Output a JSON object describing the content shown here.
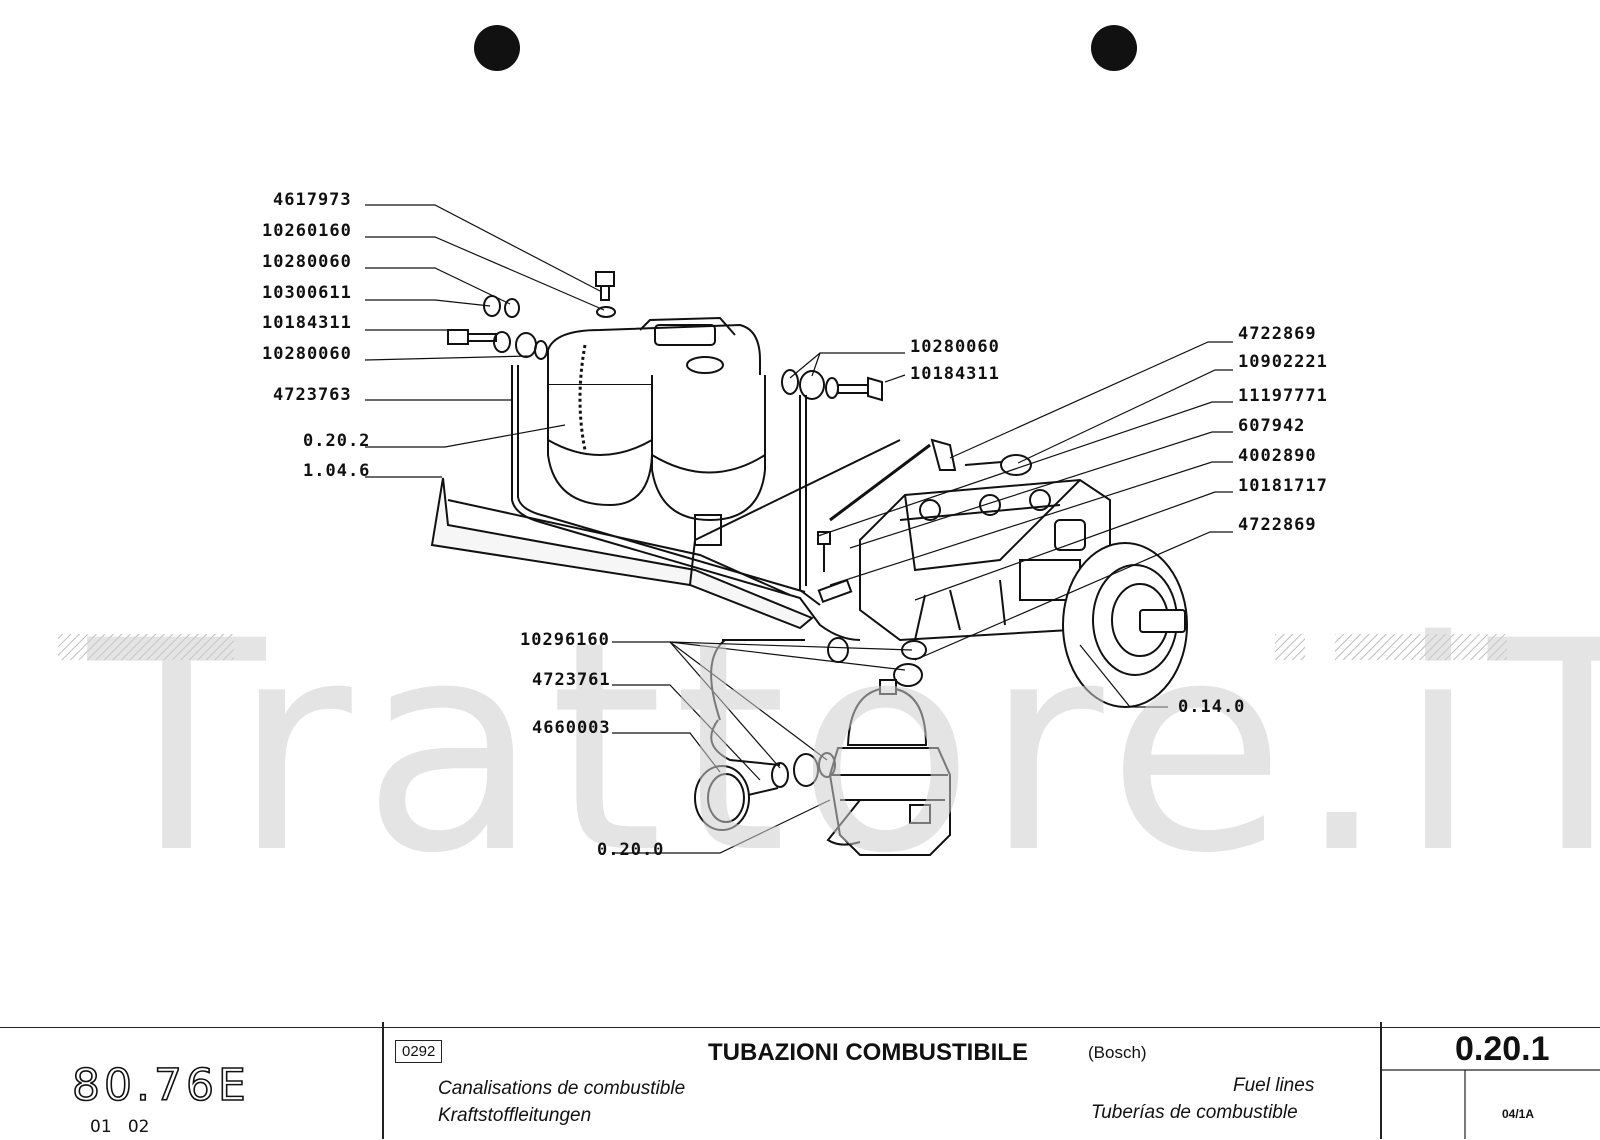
{
  "callouts": [
    {
      "id": "l1",
      "text": "4617973"
    },
    {
      "id": "l2",
      "text": "10260160"
    },
    {
      "id": "l3",
      "text": "10280060"
    },
    {
      "id": "l4",
      "text": "10300611"
    },
    {
      "id": "l5",
      "text": "10184311"
    },
    {
      "id": "l6",
      "text": "10280060"
    },
    {
      "id": "l7",
      "text": "4723763"
    },
    {
      "id": "l8",
      "text": "0.20.2"
    },
    {
      "id": "l9",
      "text": "1.04.6"
    },
    {
      "id": "m1",
      "text": "10280060"
    },
    {
      "id": "m2",
      "text": "10184311"
    },
    {
      "id": "r1",
      "text": "4722869"
    },
    {
      "id": "r2",
      "text": "10902221"
    },
    {
      "id": "r3",
      "text": "11197771"
    },
    {
      "id": "r4",
      "text": "607942"
    },
    {
      "id": "r5",
      "text": "4002890"
    },
    {
      "id": "r6",
      "text": "10181717"
    },
    {
      "id": "r7",
      "text": "4722869"
    },
    {
      "id": "b1",
      "text": "10296160"
    },
    {
      "id": "b2",
      "text": "4723761"
    },
    {
      "id": "b3",
      "text": "4660003"
    },
    {
      "id": "b4",
      "text": "0.20.0"
    },
    {
      "id": "b5",
      "text": "0.14.0"
    }
  ],
  "watermark": {
    "text": "Trattore.iT"
  },
  "title_block": {
    "model": "80.76E",
    "model_sub": "01   02",
    "code": "0292",
    "title_it": "TUBAZIONI COMBUSTIBILE",
    "brand": "(Bosch)",
    "title_fr": "Canalisations de combustible",
    "title_de": "Kraftstoffleitungen",
    "title_en": "Fuel lines",
    "title_es": "Tuberías de combustible",
    "section_code": "0.20.1",
    "revision": "04/1A"
  }
}
